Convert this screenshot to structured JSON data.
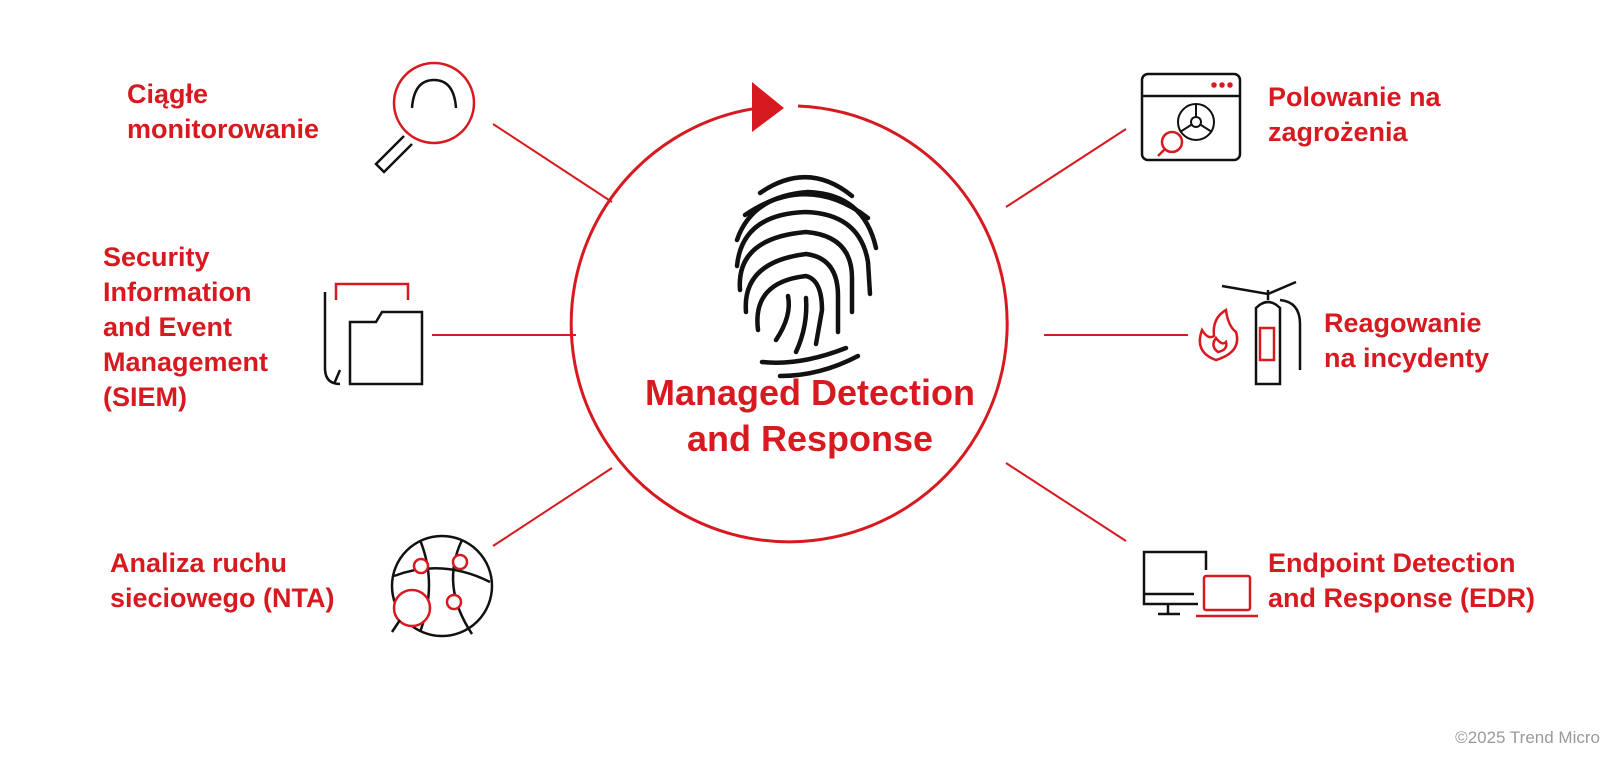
{
  "center": {
    "title_line1": "Managed Detection",
    "title_line2": "and Response",
    "icon": "fingerprint-icon"
  },
  "nodes": [
    {
      "id": "continuous-monitoring",
      "lines": [
        "Ciągłe",
        "monitorowanie"
      ],
      "icon": "magnifier-icon"
    },
    {
      "id": "siem",
      "lines": [
        "Security",
        "Information",
        "and Event",
        "Management",
        "(SIEM)"
      ],
      "icon": "folder-document-icon"
    },
    {
      "id": "nta",
      "lines": [
        "Analiza ruchu",
        "sieciowego (NTA)"
      ],
      "icon": "network-globe-search-icon"
    },
    {
      "id": "threat-hunting",
      "lines": [
        "Polowanie na",
        "zagrożenia"
      ],
      "icon": "browser-biohazard-icon"
    },
    {
      "id": "incident-response",
      "lines": [
        "Reagowanie",
        "na incydenty"
      ],
      "icon": "fire-extinguisher-icon"
    },
    {
      "id": "edr",
      "lines": [
        "Endpoint Detection",
        "and Response (EDR)"
      ],
      "icon": "monitor-laptop-icon"
    }
  ],
  "colors": {
    "accent": "#d71920",
    "dark": "#1a1a1a",
    "muted": "#9a9a9a"
  },
  "footer": {
    "copyright": "©2025 Trend Micro"
  }
}
